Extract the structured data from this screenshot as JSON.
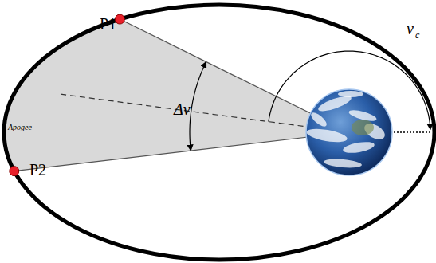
{
  "diagram": {
    "labels": [
      "P1",
      "P2",
      "Apogee",
      "Δν",
      "ν",
      "c"
    ]
  }
}
